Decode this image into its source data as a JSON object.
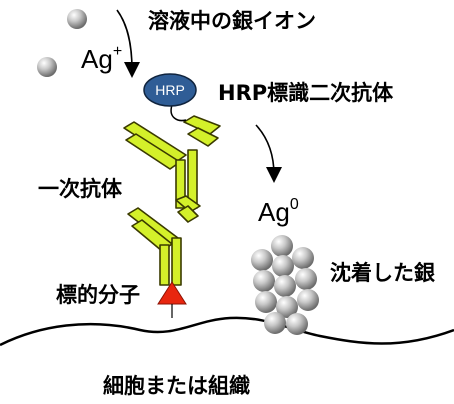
{
  "labels": {
    "silver_ion_solution": "溶液中の銀イオン",
    "hrp_antibody": "HRP標識二次抗体",
    "primary_antibody": "一次抗体",
    "target_molecule": "標的分子",
    "deposited_silver": "沈着した銀",
    "cell_or_tissue": "細胞または組織"
  },
  "ag_ion": {
    "base": "Ag",
    "superscript": "+"
  },
  "ag_metal": {
    "base": "Ag",
    "superscript": "0"
  },
  "hrp_badge": "HRP",
  "colors": {
    "antibody_fill": "#d4f02a",
    "antibody_stroke": "#3a3a00",
    "hrp_fill": "#2f5d96",
    "target_triangle": "#e8260f",
    "silver": "#b9b9b9"
  }
}
